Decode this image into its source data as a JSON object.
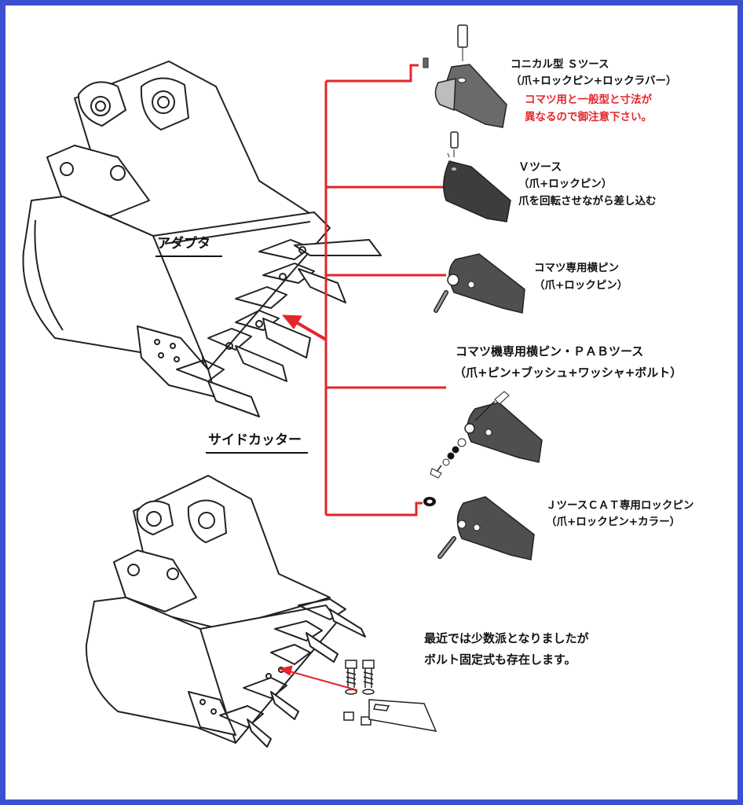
{
  "labels": {
    "adapter": "アダプタ",
    "side_cutter": "サイドカッター"
  },
  "tooth_types": [
    {
      "name": "コニカル型 Ｓツース",
      "parts": "（爪+ロックピン+ロックラバー）",
      "note_line1": "コマツ用と一般型と寸法が",
      "note_line2": "異なるので御注意下さい。"
    },
    {
      "name": "Ｖツース",
      "parts": "（爪+ロックピン）",
      "note": "爪を回転させながら差し込む"
    },
    {
      "name": "コマツ専用横ピン",
      "parts": "（爪+ロックピン）"
    },
    {
      "name": "コマツ機専用横ピン・ＰＡＢツース",
      "parts": "（爪+ピン+ブッシュ+ワッシャ+ボルト）"
    },
    {
      "name": "ＪツースＣＡＴ専用ロックピン",
      "parts": "（爪+ロックピン+カラー）"
    }
  ],
  "bolt_note": {
    "line1": "最近では少数派となりましたが",
    "line2": "ボルト固定式も存在します。"
  },
  "colors": {
    "frame": "#3c4fcf",
    "connector": "#e3262b",
    "tooth_fill": "#4a4a4a",
    "line_art": "#222222",
    "note_text": "#e3262b"
  }
}
